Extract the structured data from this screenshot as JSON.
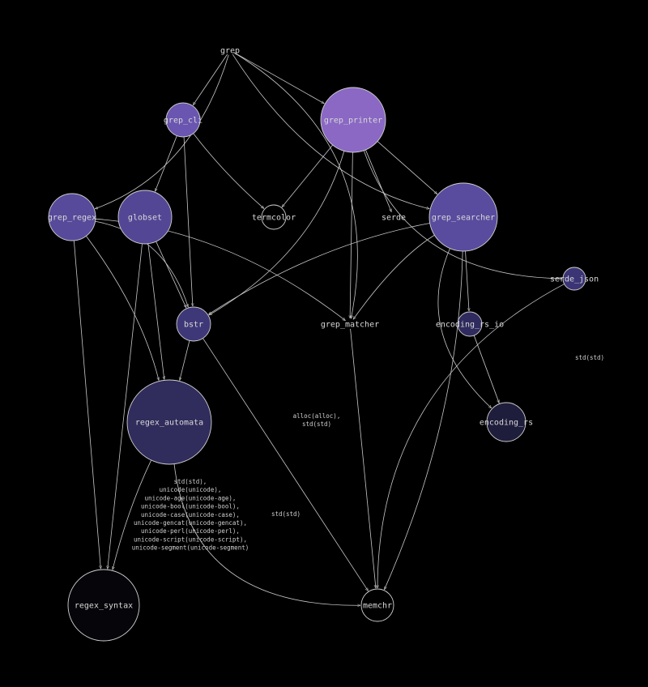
{
  "graph": {
    "nodes": [
      {
        "id": "grep",
        "label": "grep",
        "fill": "#000000",
        "circle": false
      },
      {
        "id": "grep_cli",
        "label": "grep_cli",
        "fill": "#6a55b0",
        "circle": true
      },
      {
        "id": "grep_printer",
        "label": "grep_printer",
        "fill": "#8a68c4",
        "circle": true
      },
      {
        "id": "grep_regex",
        "label": "grep_regex",
        "fill": "#574a9a",
        "circle": true
      },
      {
        "id": "globset",
        "label": "globset",
        "fill": "#534795",
        "circle": true
      },
      {
        "id": "termcolor",
        "label": "termcolor",
        "fill": "#000000",
        "circle": true
      },
      {
        "id": "serde",
        "label": "serde",
        "fill": "#000000",
        "circle": false
      },
      {
        "id": "grep_searcher",
        "label": "grep_searcher",
        "fill": "#594c9e",
        "circle": true
      },
      {
        "id": "serde_json",
        "label": "serde_json",
        "fill": "#3b3575",
        "circle": true
      },
      {
        "id": "bstr",
        "label": "bstr",
        "fill": "#3f3878",
        "circle": true
      },
      {
        "id": "grep_matcher",
        "label": "grep_matcher",
        "fill": "#000000",
        "circle": false
      },
      {
        "id": "encoding_rs_io",
        "label": "encoding_rs_io",
        "fill": "#2f2b5e",
        "circle": true
      },
      {
        "id": "regex_automata",
        "label": "regex_automata",
        "fill": "#302c5c",
        "circle": true
      },
      {
        "id": "encoding_rs",
        "label": "encoding_rs",
        "fill": "#1f1d3c",
        "circle": true
      },
      {
        "id": "regex_syntax",
        "label": "regex_syntax",
        "fill": "#06050a",
        "circle": true
      },
      {
        "id": "memchr",
        "label": "memchr",
        "fill": "#000000",
        "circle": true
      }
    ],
    "edges": [
      {
        "from": "grep",
        "to": "grep_cli"
      },
      {
        "from": "grep",
        "to": "grep_printer"
      },
      {
        "from": "grep",
        "to": "grep_regex"
      },
      {
        "from": "grep",
        "to": "grep_searcher"
      },
      {
        "from": "grep",
        "to": "grep_matcher"
      },
      {
        "from": "grep_cli",
        "to": "globset"
      },
      {
        "from": "grep_cli",
        "to": "termcolor"
      },
      {
        "from": "grep_cli",
        "to": "bstr"
      },
      {
        "from": "grep_printer",
        "to": "termcolor"
      },
      {
        "from": "grep_printer",
        "to": "serde"
      },
      {
        "from": "grep_printer",
        "to": "grep_searcher"
      },
      {
        "from": "grep_printer",
        "to": "serde_json"
      },
      {
        "from": "grep_printer",
        "to": "bstr"
      },
      {
        "from": "grep_printer",
        "to": "grep_matcher"
      },
      {
        "from": "grep_regex",
        "to": "bstr"
      },
      {
        "from": "grep_regex",
        "to": "grep_matcher"
      },
      {
        "from": "grep_regex",
        "to": "regex_automata"
      },
      {
        "from": "grep_regex",
        "to": "regex_syntax"
      },
      {
        "from": "globset",
        "to": "bstr"
      },
      {
        "from": "globset",
        "to": "regex_automata"
      },
      {
        "from": "globset",
        "to": "regex_syntax"
      },
      {
        "from": "grep_searcher",
        "to": "bstr"
      },
      {
        "from": "grep_searcher",
        "to": "grep_matcher"
      },
      {
        "from": "grep_searcher",
        "to": "encoding_rs_io"
      },
      {
        "from": "grep_searcher",
        "to": "encoding_rs"
      },
      {
        "from": "grep_searcher",
        "to": "memchr"
      },
      {
        "from": "serde_json",
        "to": "memchr",
        "label": [
          "std(std)"
        ]
      },
      {
        "from": "bstr",
        "to": "regex_automata"
      },
      {
        "from": "bstr",
        "to": "memchr",
        "label": [
          "alloc(alloc),",
          "std(std)"
        ]
      },
      {
        "from": "grep_matcher",
        "to": "memchr"
      },
      {
        "from": "encoding_rs_io",
        "to": "encoding_rs"
      },
      {
        "from": "regex_automata",
        "to": "regex_syntax",
        "label": [
          "std(std),",
          "unicode(unicode),",
          "unicode-age(unicode-age),",
          "unicode-bool(unicode-bool),",
          "unicode-case(unicode-case),",
          "unicode-gencat(unicode-gencat),",
          "unicode-perl(unicode-perl),",
          "unicode-script(unicode-script),",
          "unicode-segment(unicode-segment)"
        ]
      },
      {
        "from": "regex_automata",
        "to": "memchr",
        "label": [
          "std(std)"
        ]
      }
    ]
  }
}
